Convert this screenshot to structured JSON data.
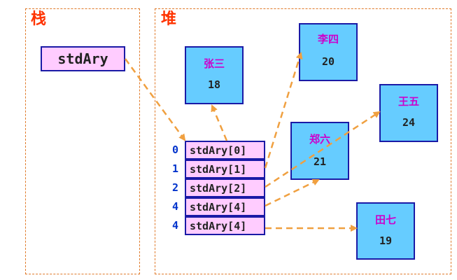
{
  "stack": {
    "title": "栈",
    "variable": "stdAry"
  },
  "heap": {
    "title": "堆",
    "array": {
      "cells": [
        {
          "index": "0",
          "label": "stdAry[0]"
        },
        {
          "index": "1",
          "label": "stdAry[1]"
        },
        {
          "index": "2",
          "label": "stdAry[2]"
        },
        {
          "index": "4",
          "label": "stdAry[4]"
        },
        {
          "index": "4",
          "label": "stdAry[4]"
        }
      ]
    },
    "objects": [
      {
        "id": "zhangsan",
        "name": "张三",
        "age": "18"
      },
      {
        "id": "lisi",
        "name": "李四",
        "age": "20"
      },
      {
        "id": "wangwu",
        "name": "王五",
        "age": "24"
      },
      {
        "id": "zhengliu",
        "name": "郑六",
        "age": "21"
      },
      {
        "id": "tianqi",
        "name": "田七",
        "age": "19"
      }
    ]
  },
  "colors": {
    "region_border": "#e07a2a",
    "title": "#ff3300",
    "box_fill_pink": "#ffccff",
    "box_fill_blue": "#66ccff",
    "box_border": "#1a1aa6",
    "arrow": "#f0a040",
    "name_text": "#cc00cc",
    "index_text": "#0033cc"
  }
}
